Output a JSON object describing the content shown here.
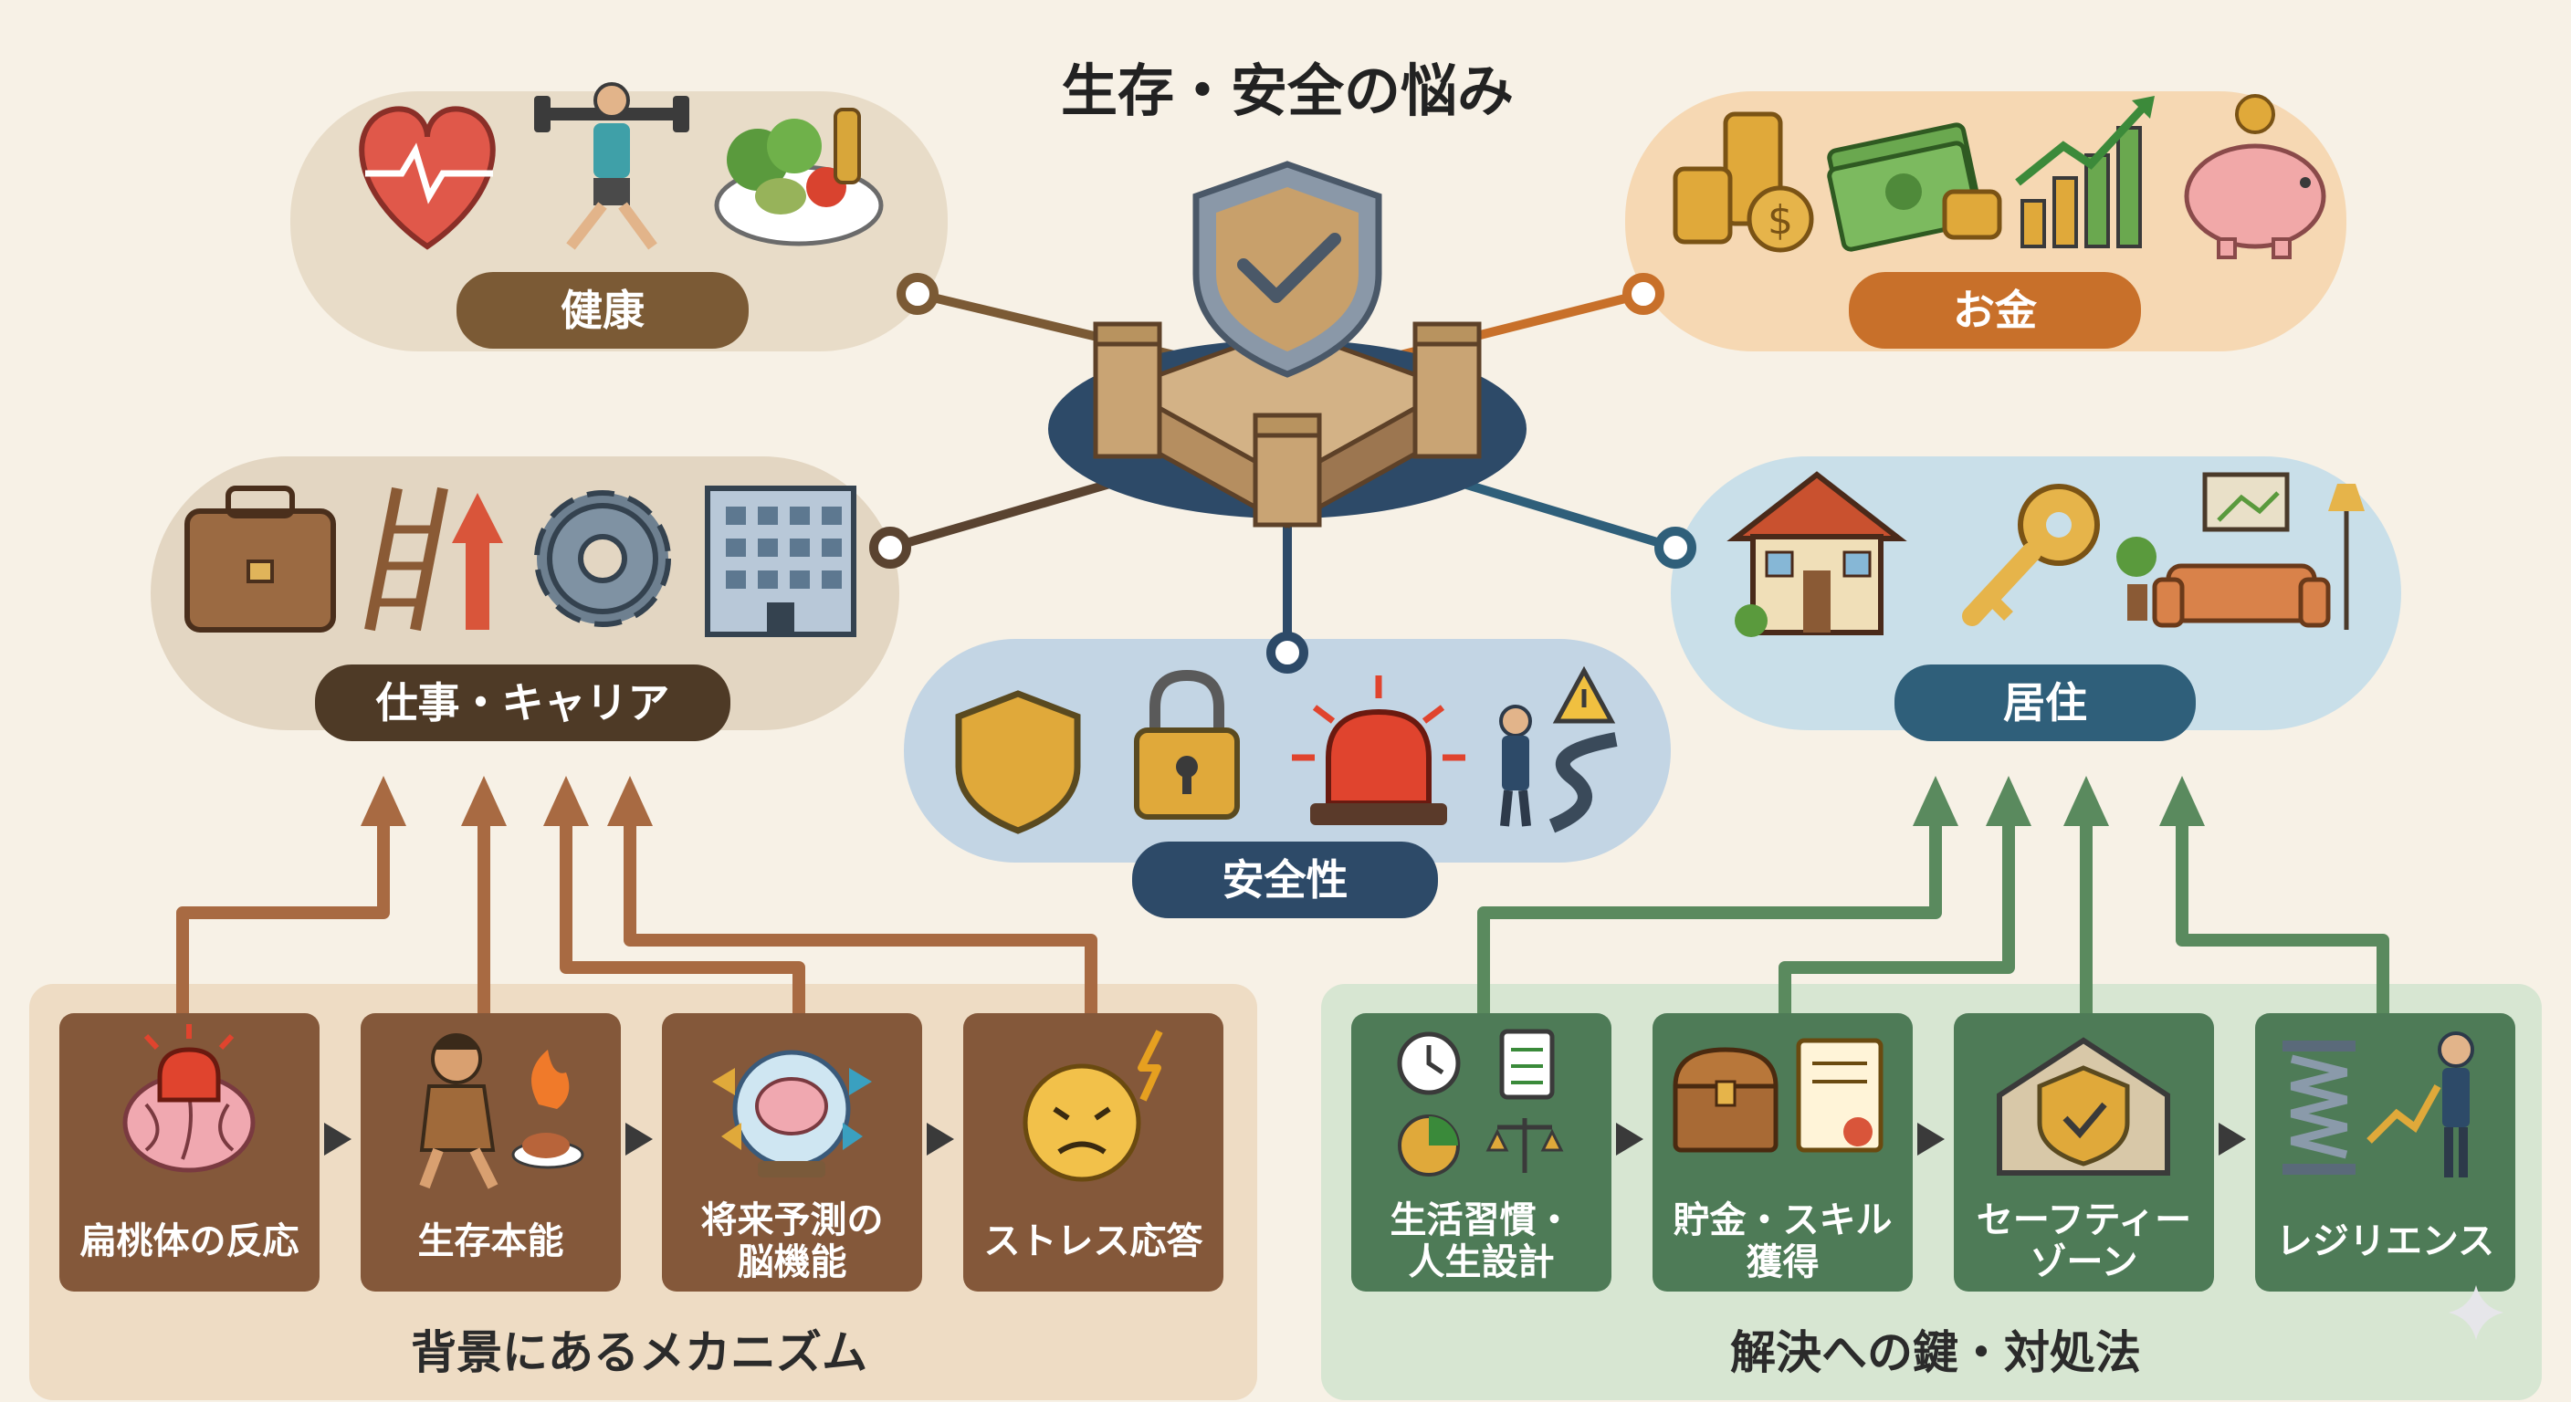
{
  "title": "生存・安全の悩み",
  "categories": {
    "health": "健康",
    "money": "お金",
    "work": "仕事・キャリア",
    "housing": "居住",
    "safety": "安全性"
  },
  "mechanisms": {
    "heading": "背景にあるメカニズム",
    "items": [
      "扁桃体の反応",
      "生存本能",
      "将来予測の\n脳機能",
      "ストレス応答"
    ]
  },
  "solutions": {
    "heading": "解決への鍵・対処法",
    "items": [
      "生活習慣・\n人生設計",
      "貯金・スキル\n獲得",
      "セーフティー\nゾーン",
      "レジリエンス"
    ]
  },
  "colors": {
    "background": "#f7f1e6",
    "health": "#7b5a35",
    "money": "#c8702a",
    "work": "#4e3a26",
    "housing": "#2f5f7a",
    "safety": "#2d4a68",
    "mechanism_box": "#84583a",
    "solution_box": "#4e7b57"
  },
  "icons": [
    "heart-icon",
    "dumbbell-person-icon",
    "vegetables-icon",
    "coins-icon",
    "cash-icon",
    "growth-chart-icon",
    "piggy-bank-icon",
    "briefcase-icon",
    "ladder-icon",
    "gear-icon",
    "office-building-icon",
    "house-icon",
    "key-icon",
    "living-room-icon",
    "shield-icon",
    "padlock-icon",
    "siren-icon",
    "warning-path-icon",
    "castle-shield-icon",
    "brain-alarm-icon",
    "caveman-icon",
    "brain-globe-icon",
    "stressed-face-icon",
    "planning-icon",
    "treasure-chest-icon",
    "safe-house-icon",
    "spring-person-icon",
    "sparkle-icon"
  ]
}
